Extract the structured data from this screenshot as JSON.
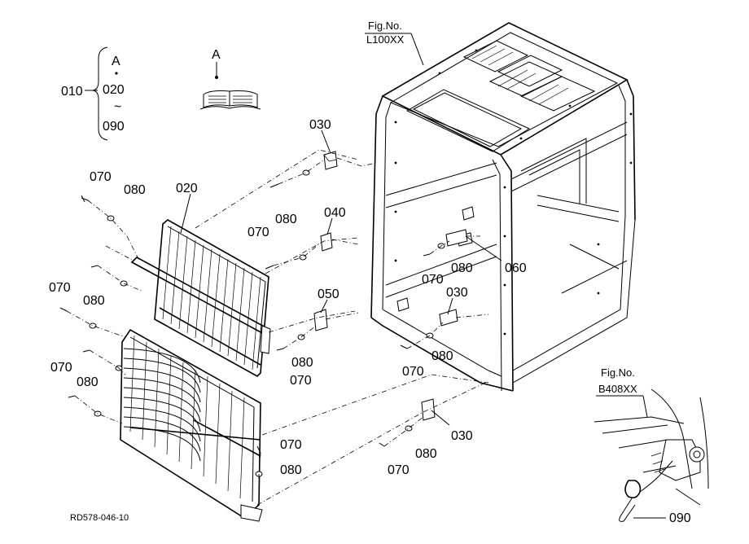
{
  "diagram": {
    "drawing_code": "RD578-046-10",
    "index_group": {
      "main": "010",
      "ref": "A",
      "range_start": "020",
      "range_sep": "~",
      "range_end": "090"
    },
    "manual_ref": "A",
    "fig_cab": {
      "title": "Fig.No.",
      "number": "L100XX"
    },
    "fig_detail": {
      "title": "Fig.No.",
      "number": "B408XX"
    },
    "callouts": {
      "c020": "020",
      "c030_top": "030",
      "c030_mid": "030",
      "c030_low": "030",
      "c040": "040",
      "c050": "050",
      "c060": "060",
      "c070_a": "070",
      "c080_a": "080",
      "c070_b": "070",
      "c080_b": "080",
      "c070_c": "070",
      "c080_c": "080",
      "c070_d": "070",
      "c080_d": "080",
      "c070_e": "070",
      "c080_e": "080",
      "c070_f": "070",
      "c080_f": "080",
      "c070_g": "070",
      "c080_g": "080",
      "c070_h": "070",
      "c080_h": "080",
      "c070_i": "070",
      "c080_i": "080",
      "c090": "090"
    }
  }
}
